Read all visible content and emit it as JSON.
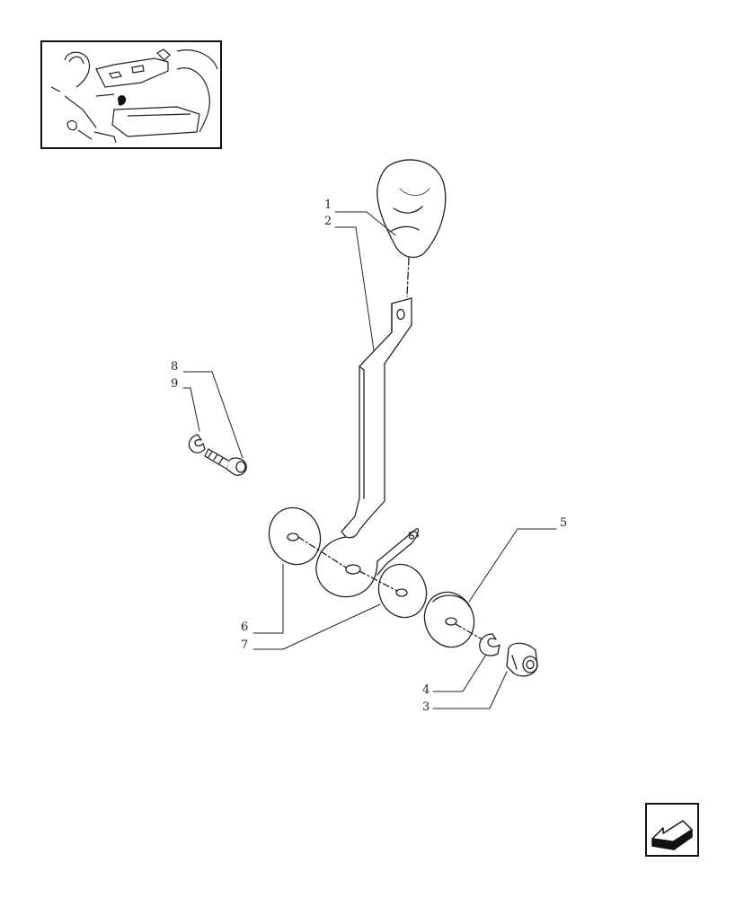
{
  "callouts": [
    {
      "id": "1",
      "label": "1"
    },
    {
      "id": "2",
      "label": "2"
    },
    {
      "id": "3",
      "label": "3"
    },
    {
      "id": "4",
      "label": "4"
    },
    {
      "id": "5",
      "label": "5"
    },
    {
      "id": "6",
      "label": "6"
    },
    {
      "id": "7",
      "label": "7"
    },
    {
      "id": "8",
      "label": "8"
    },
    {
      "id": "9",
      "label": "9"
    }
  ],
  "icons": {
    "thumbnail": "cab-location-thumbnail",
    "nav": "back-arrow-icon"
  },
  "colors": {
    "line": "#222222",
    "background": "#ffffff"
  }
}
